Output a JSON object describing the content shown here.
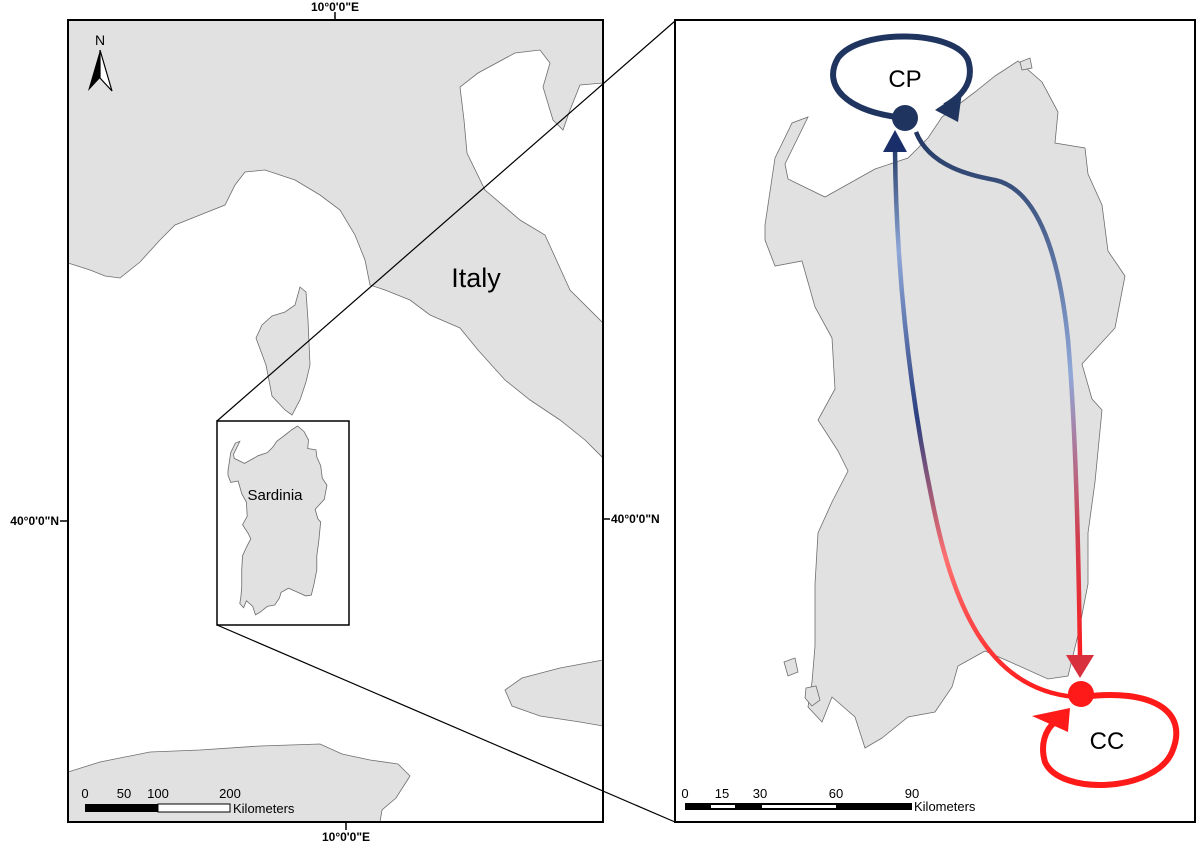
{
  "overview_map": {
    "north_arrow_label": "N",
    "country_label": "Italy",
    "island_label": "Sardinia",
    "graticule": {
      "top_longitude": "10°0'0\"E",
      "bottom_longitude": "10°0'0\"E",
      "left_latitude": "40°0'0\"N",
      "right_latitude": "40°0'0\"N"
    },
    "scale_bar": {
      "ticks": [
        "0",
        "50",
        "100",
        "200"
      ],
      "unit": "Kilometers"
    }
  },
  "detail_map": {
    "nodes": [
      {
        "label": "CP",
        "color": "#1f3560"
      },
      {
        "label": "CC",
        "color": "#ff1a1a"
      }
    ],
    "scale_bar": {
      "ticks": [
        "0",
        "15",
        "30",
        "60",
        "90"
      ],
      "unit": "Kilometers"
    }
  },
  "colors": {
    "land": "#e1e1e1",
    "sea": "#ffffff",
    "blue": "#1f3560",
    "light_blue": "#8fa8d8",
    "red": "#ff1a1a"
  }
}
